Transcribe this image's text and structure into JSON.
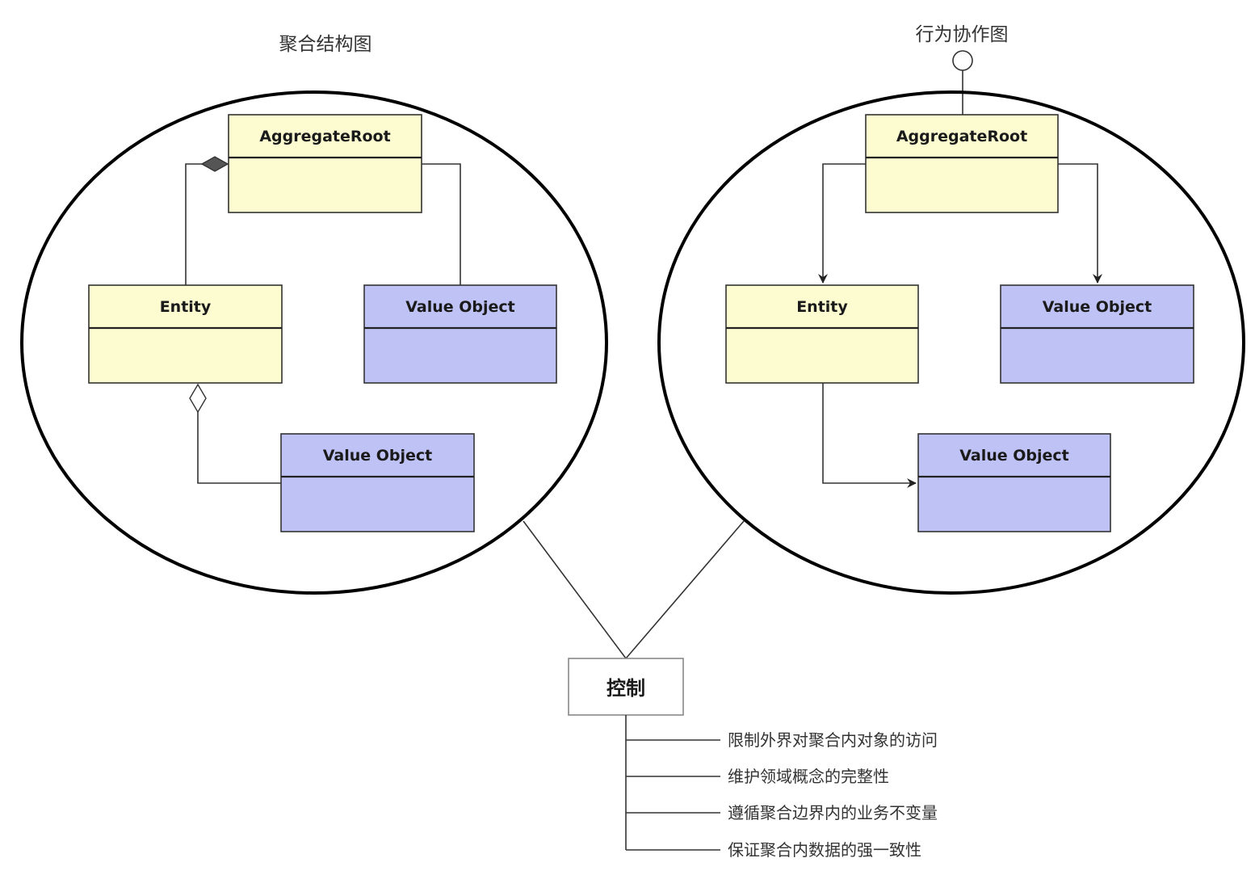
{
  "colors": {
    "entity_fill": "#fdfcd0",
    "value_object_fill": "#bfc2f4",
    "control_fill": "#ffffff"
  },
  "left_diagram": {
    "title": "聚合结构图",
    "classes": {
      "aggregate_root": "AggregateRoot",
      "entity": "Entity",
      "value_object_1": "Value Object",
      "value_object_2": "Value Object"
    },
    "relations": [
      {
        "from": "AggregateRoot",
        "to": "Entity",
        "type": "composition"
      },
      {
        "from": "AggregateRoot",
        "to": "Value Object",
        "type": "association"
      },
      {
        "from": "Entity",
        "to": "Value Object",
        "type": "aggregation"
      }
    ]
  },
  "right_diagram": {
    "title": "行为协作图",
    "interface_icon": "lollipop-interface",
    "classes": {
      "aggregate_root": "AggregateRoot",
      "entity": "Entity",
      "value_object_1": "Value Object",
      "value_object_2": "Value Object"
    },
    "relations": [
      {
        "from": "AggregateRoot",
        "to": "Entity",
        "type": "directed-association"
      },
      {
        "from": "AggregateRoot",
        "to": "Value Object",
        "type": "directed-association"
      },
      {
        "from": "Entity",
        "to": "Value Object",
        "type": "directed-association"
      }
    ]
  },
  "control": {
    "title": "控制",
    "items": [
      "限制外界对聚合内对象的访问",
      "维护领域概念的完整性",
      "遵循聚合边界内的业务不变量",
      "保证聚合内数据的强一致性"
    ]
  }
}
